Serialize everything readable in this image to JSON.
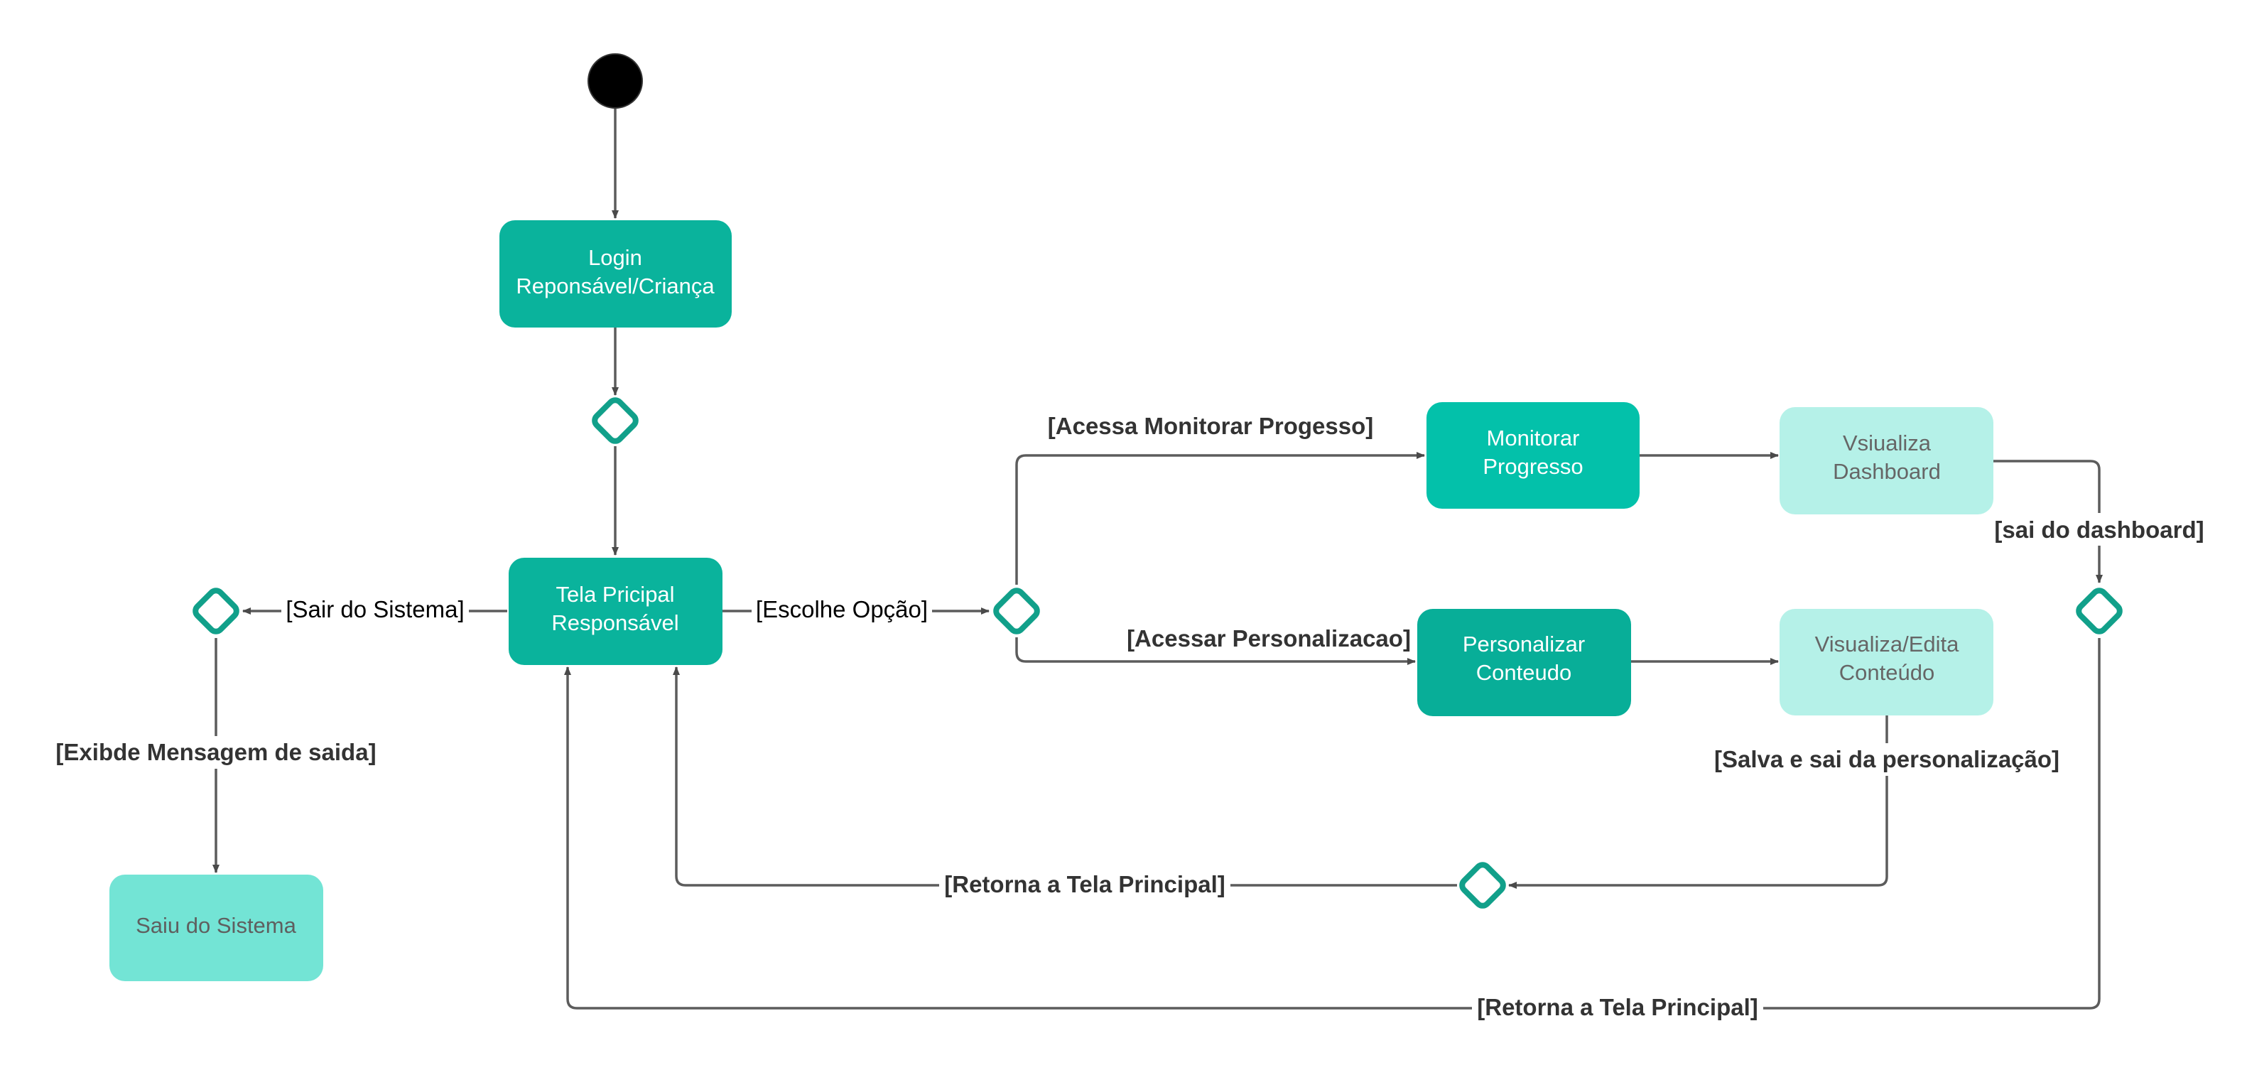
{
  "colors": {
    "primary": "#0ab39c",
    "primary_bright": "#03c1aa",
    "primary_dark": "#08ae98",
    "light": "#b5f1e8",
    "mid": "#73e4d5",
    "decision": "#11a08a",
    "edge": "#5c5c5c"
  },
  "nodes": {
    "login": [
      "Login",
      "Reponsável/Criança"
    ],
    "tela_principal": [
      "Tela Pricipal",
      "Responsável"
    ],
    "monitorar": [
      "Monitorar",
      "Progresso"
    ],
    "visualiza_dashboard": [
      "Vsiualiza",
      "Dashboard"
    ],
    "personalizar": [
      "Personalizar",
      "Conteudo"
    ],
    "visualiza_edita": [
      "Visualiza/Edita",
      "Conteúdo"
    ],
    "saiu": "Saiu do Sistema"
  },
  "labels": {
    "sair_sistema": "[Sair do Sistema]",
    "escolhe_opcao": "[Escolhe Opção]",
    "acessa_monitorar": "[Acessa Monitorar Progesso]",
    "acessar_personalizacao": "[Acessar Personalizacao]",
    "sai_dashboard": "[sai do dashboard]",
    "salva_sai": "[Salva e sai da personalização]",
    "exibe_mensagem": "[Exibde Mensagem de saida]",
    "retorna_1": "[Retorna a Tela Principal]",
    "retorna_2": "[Retorna a Tela Principal]"
  }
}
